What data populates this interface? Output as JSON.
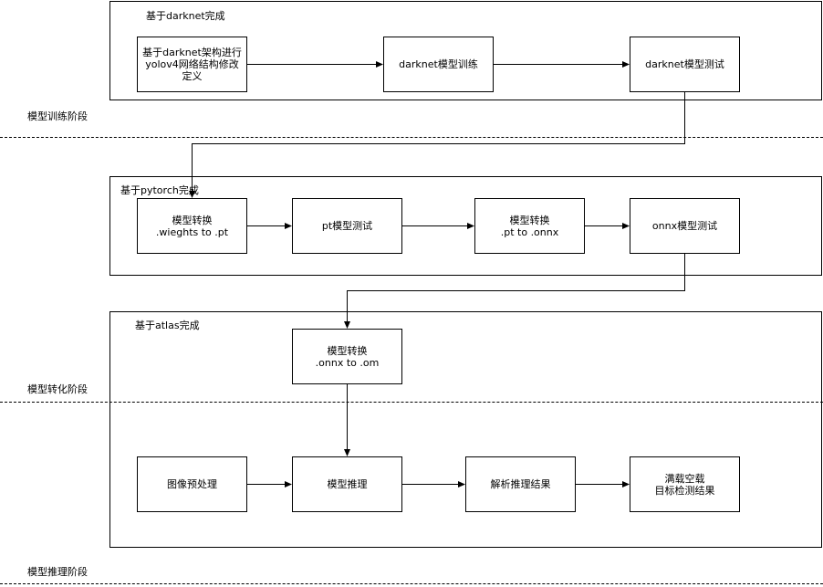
{
  "groups": {
    "darknet": "基于darknet完成",
    "pytorch": "基于pytorch完成",
    "atlas": "基于atlas完成"
  },
  "nodes": {
    "darknet_define": "基于darknet架构进行\nyolov4网络结构修改\n定义",
    "darknet_train": "darknet模型训练",
    "darknet_test": "darknet模型测试",
    "convert_pt": "模型转换\n.wieghts to  .pt",
    "pt_test": "pt模型测试",
    "convert_onnx": "模型转换\n.pt to  .onnx",
    "onnx_test": "onnx模型测试",
    "convert_om": "模型转换\n.onnx to  .om",
    "preprocess": "图像预处理",
    "inference": "模型推理",
    "parse": "解析推理结果",
    "result": "满载空载\n目标检测结果"
  },
  "stages": {
    "training": "模型训练阶段",
    "conversion": "模型转化阶段",
    "inference": "模型推理阶段"
  },
  "colors": {
    "line": "#000000",
    "background": "#ffffff"
  }
}
